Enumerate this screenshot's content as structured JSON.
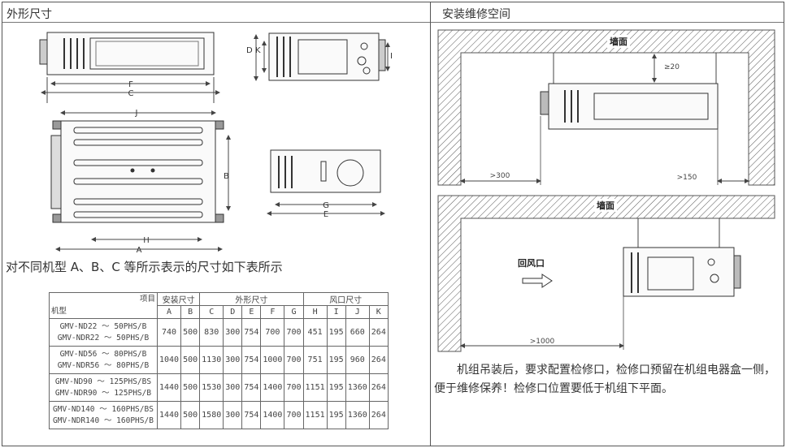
{
  "left_title": "外形尺寸",
  "right_title": "安装维修空间",
  "dims": {
    "F": "F",
    "C": "C",
    "D": "D",
    "K": "K",
    "I": "I",
    "J": "J",
    "B": "B",
    "H": "H",
    "A": "A",
    "G": "G",
    "E": "E"
  },
  "note": "对不同机型 A、B、C 等所示表示的尺寸如下表所示",
  "table": {
    "item_label": "项目",
    "model_label": "机型",
    "group_install": "安装尺寸",
    "group_outline": "外形尺寸",
    "group_vent": "风口尺寸",
    "cols": [
      "A",
      "B",
      "C",
      "D",
      "E",
      "F",
      "G",
      "H",
      "I",
      "J",
      "K"
    ],
    "rows": [
      {
        "m1": "GMV-ND22 ～ 50PHS/B",
        "m2": "GMV-NDR22 ～ 50PHS/B",
        "v": [
          "740",
          "500",
          "830",
          "300",
          "754",
          "700",
          "700",
          "451",
          "195",
          "660",
          "264"
        ]
      },
      {
        "m1": "GMV-ND56 ～ 80PHS/B",
        "m2": "GMV-NDR56 ～ 80PHS/B",
        "v": [
          "1040",
          "500",
          "1130",
          "300",
          "754",
          "1000",
          "700",
          "751",
          "195",
          "960",
          "264"
        ]
      },
      {
        "m1": "GMV-ND90 ～ 125PHS/BS",
        "m2": "GMV-NDR90 ～ 125PHS/B",
        "v": [
          "1440",
          "500",
          "1530",
          "300",
          "754",
          "1400",
          "700",
          "1151",
          "195",
          "1360",
          "264"
        ]
      },
      {
        "m1": "GMV-ND140 ～ 160PHS/BS",
        "m2": "GMV-NDR140 ～ 160PHS/B",
        "v": [
          "1440",
          "500",
          "1580",
          "300",
          "754",
          "1400",
          "700",
          "1151",
          "195",
          "1360",
          "264"
        ]
      }
    ]
  },
  "install": {
    "wall_top": "墙面",
    "wall_bottom": "墙面",
    "gap_top": "≥20",
    "gap_left": ">300",
    "gap_right": ">150",
    "gap_back": ">1000",
    "return_air": "回风口"
  },
  "paragraph": "机组吊装后，要求配置检修口，检修口预留在机组电器盒一侧，便于维修保养！检修口位置要低于机组下平面。"
}
